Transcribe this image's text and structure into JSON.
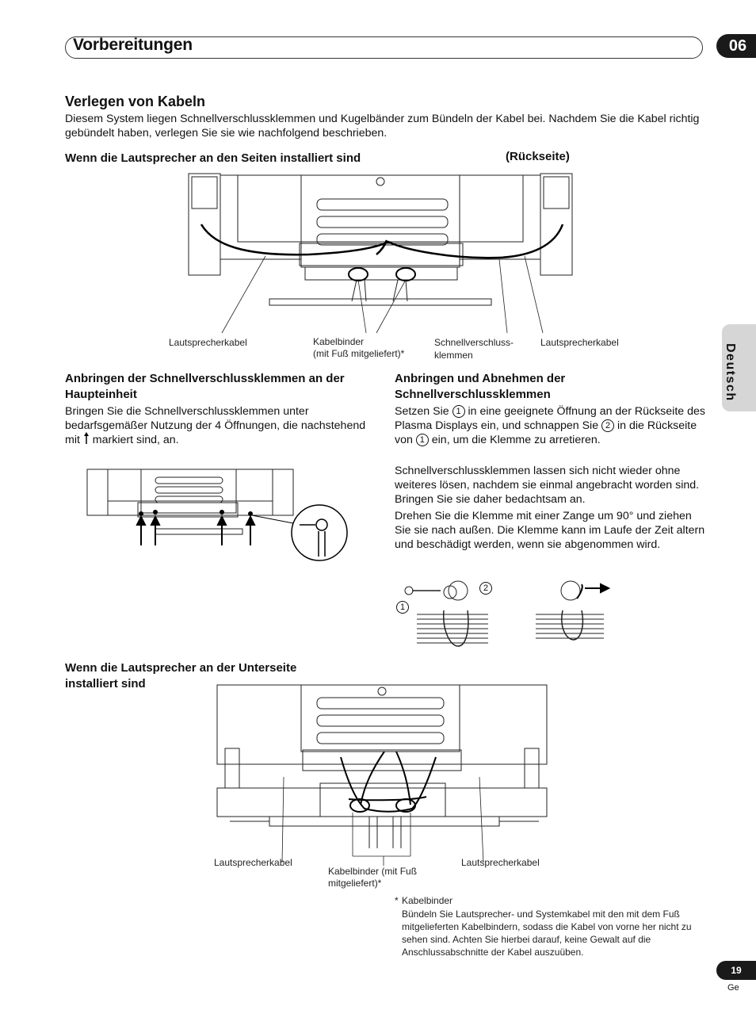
{
  "header": {
    "title": "Vorbereitungen",
    "chapter": "06"
  },
  "section": {
    "title": "Verlegen von Kabeln",
    "intro": "Diesem System liegen Schnellverschlussklemmen und Kugelbänder zum Bündeln der Kabel bei.  Nachdem Sie die Kabel richtig gebündelt haben, verlegen Sie sie wie nachfolgend beschrieben."
  },
  "side_heading": {
    "text": "Wenn die Lautsprecher an den Seiten installiert sind",
    "rear": "(Rückseite)"
  },
  "fig1": {
    "label_speaker_left": "Lautsprecherkabel",
    "label_binder_1": "Kabelbinder",
    "label_binder_2": "(mit Fuß mitgeliefert)*",
    "label_clamps_1": "Schnellverschluss-",
    "label_clamps_2": "klemmen",
    "label_speaker_right": "Lautsprecherkabel"
  },
  "attach_col": {
    "title": "Anbringen der Schnellverschlussklemmen an der Haupteinheit",
    "text_a": "Bringen Sie die Schnellverschlussklemmen unter bedarfsgemäßer Nutzung der 4 Öffnungen, die nachstehend mit ",
    "text_b": " markiert sind, an."
  },
  "remove_col": {
    "title": "Anbringen und Abnehmen der Schnellverschlussklemmen",
    "p1_a": "Setzen Sie ",
    "p1_b": " in eine geeignete Öffnung an der Rückseite des Plasma Displays ein, und schnappen Sie ",
    "p1_c": " in die Rückseite von ",
    "p1_d": " ein, um die Klemme zu arretieren.",
    "p2": "Schnellverschlussklemmen lassen sich nicht wieder ohne weiteres lösen, nachdem sie einmal angebracht worden sind. Bringen Sie sie daher bedachtsam an.",
    "p3": "Drehen Sie die Klemme mit einer Zange um 90° und ziehen Sie sie nach außen. Die Klemme kann im Laufe der Zeit altern und beschädigt werden, wenn sie abgenommen wird.",
    "n1": "1",
    "n2": "2"
  },
  "bottom_heading": {
    "text": "Wenn die Lautsprecher an der Unterseite installiert sind"
  },
  "fig3": {
    "label_speaker_left": "Lautsprecherkabel",
    "label_binder_1": "Kabelbinder (mit Fuß",
    "label_binder_2": "mitgeliefert)*",
    "label_speaker_right": "Lautsprecherkabel"
  },
  "footnote": {
    "mark": "*",
    "title": "Kabelbinder",
    "text": "Bündeln Sie Lautsprecher- und Systemkabel mit den mit dem Fuß mitgelieferten Kabelbindern, sodass die Kabel von vorne her nicht zu sehen sind. Achten Sie hierbei darauf, keine Gewalt auf die Anschlussabschnitte der Kabel auszuüben."
  },
  "side_tab": {
    "language": "Deutsch"
  },
  "footer": {
    "page": "19",
    "lang": "Ge"
  }
}
